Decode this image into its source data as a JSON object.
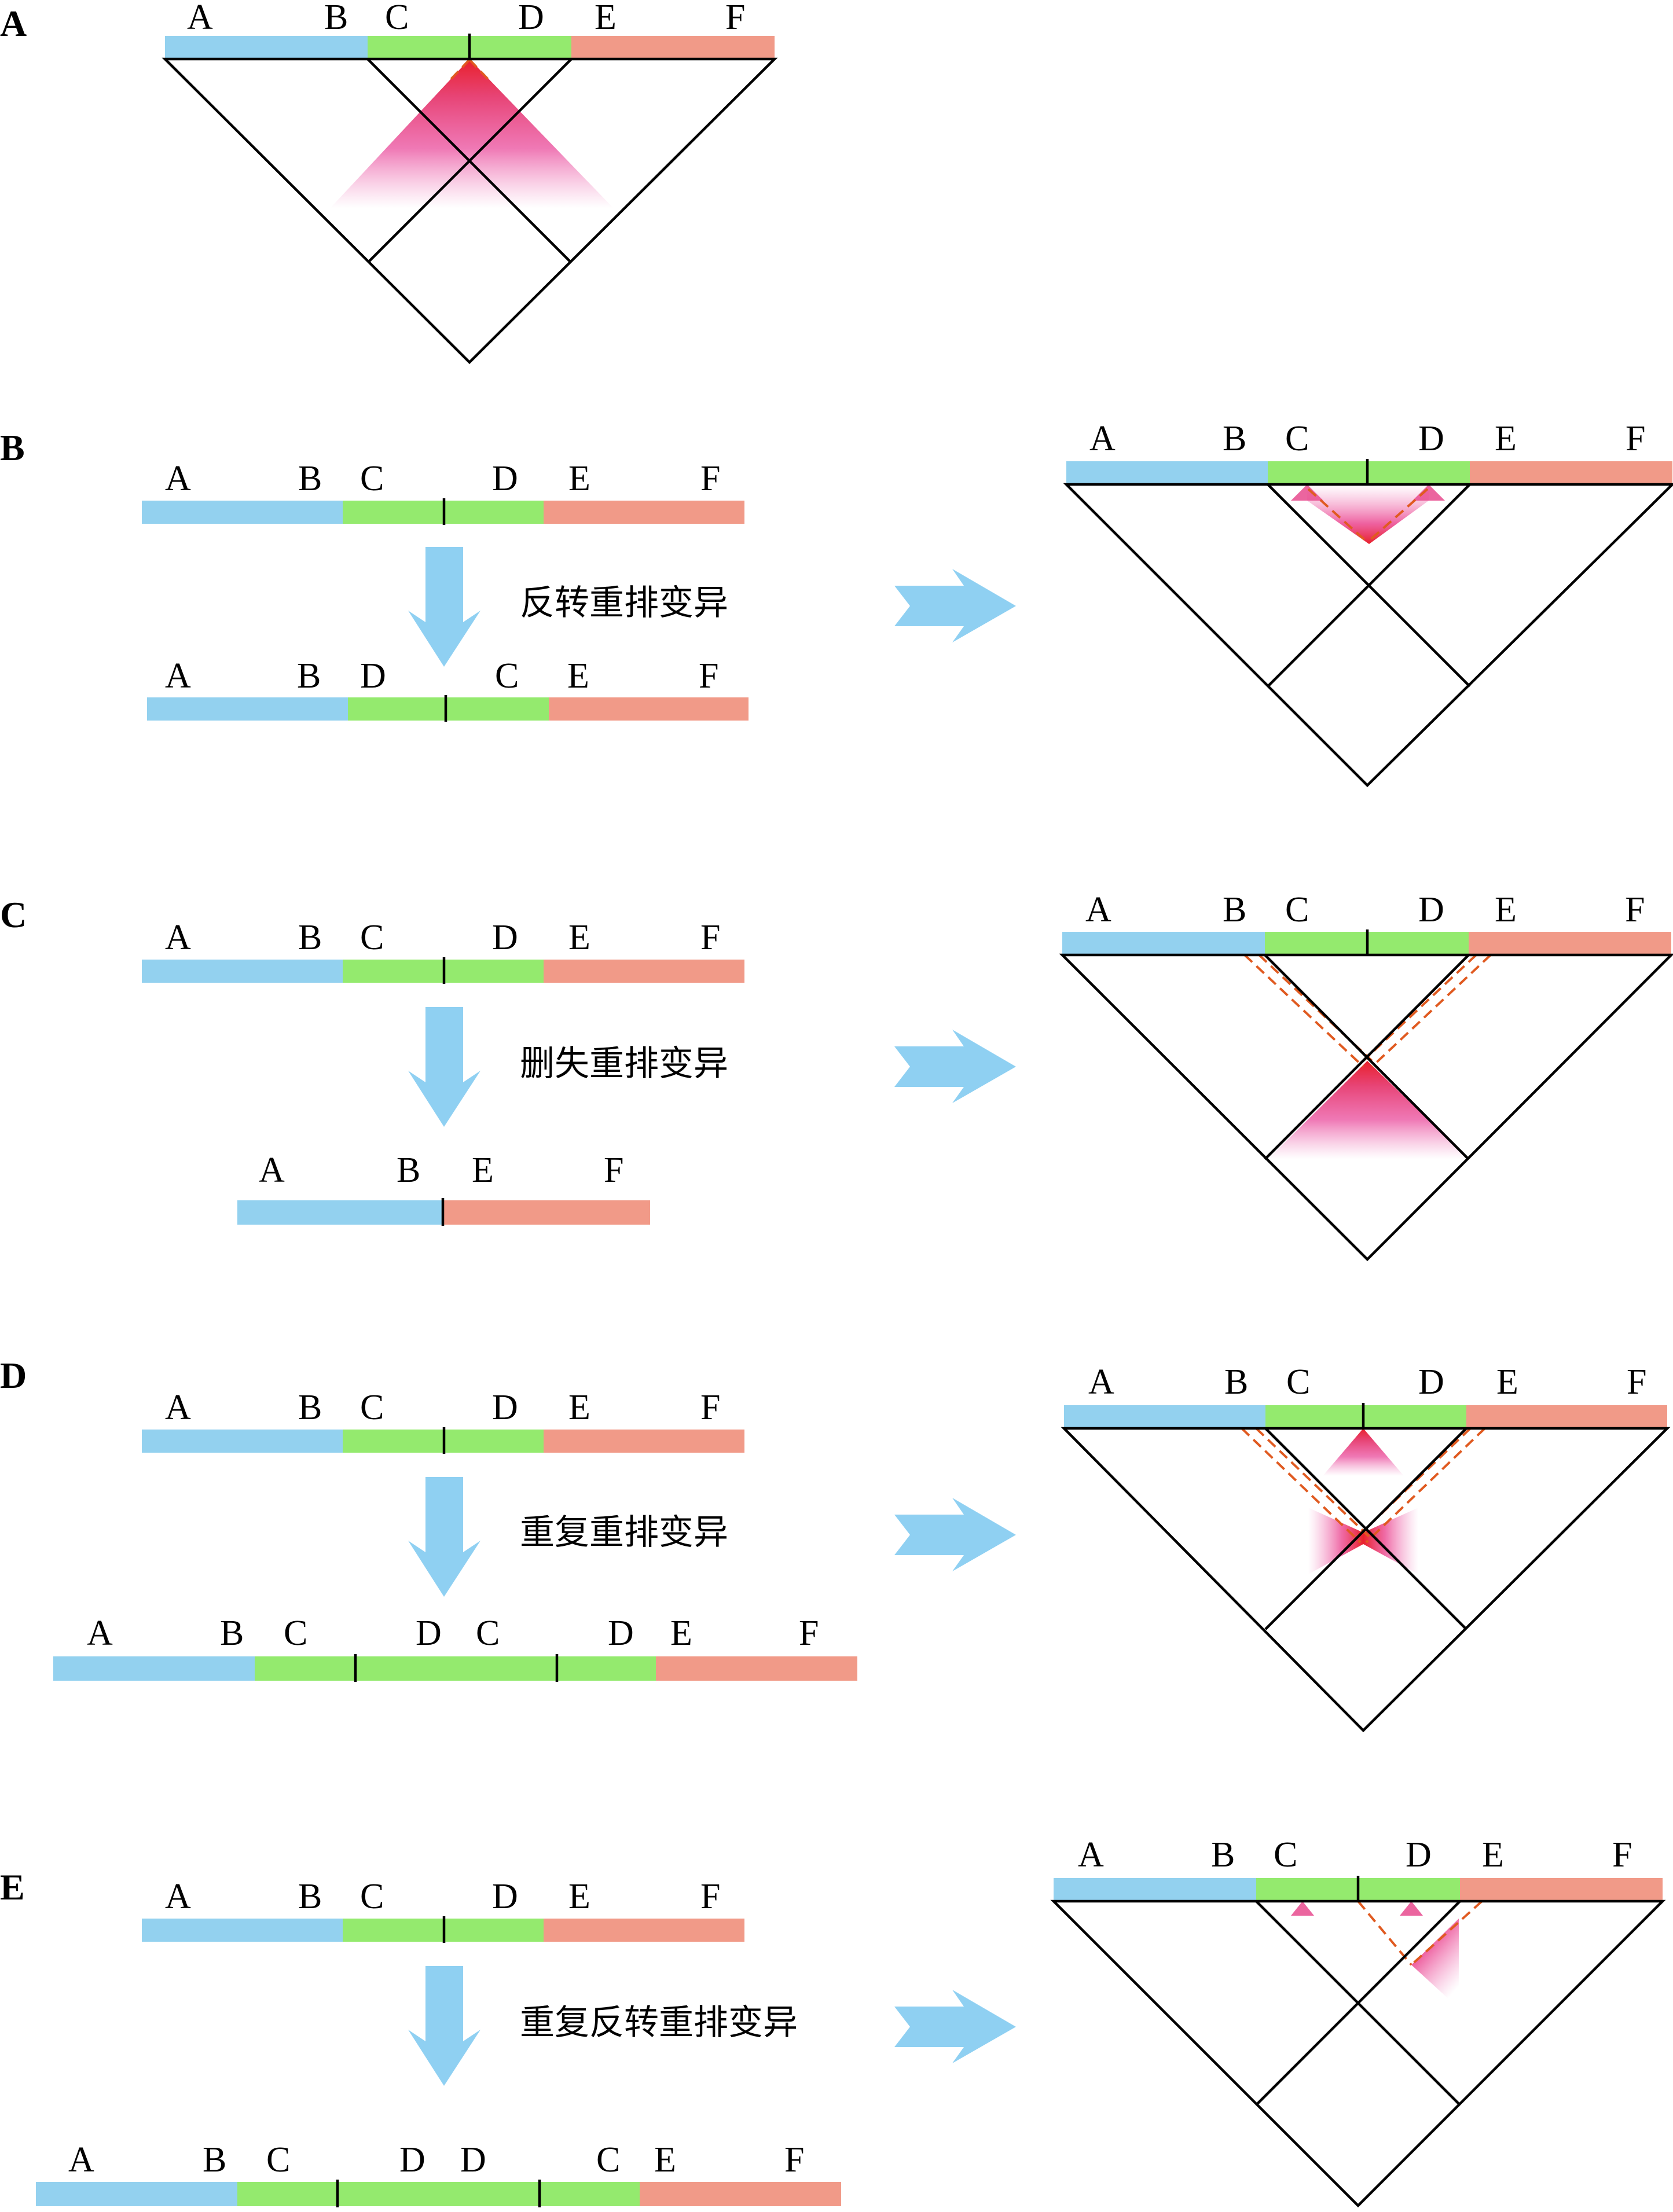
{
  "colors": {
    "blue": "#93d1ef",
    "green": "#94ea6e",
    "salmon": "#f19a88",
    "arrow": "#8fd0f2",
    "signal_hot": "#e8202a",
    "signal_pink": "#e8449a",
    "dashed": "#e05a20"
  },
  "panels": {
    "A": {
      "letter": "A",
      "hic_labels": [
        "A",
        "B",
        "C",
        "D",
        "E",
        "F"
      ]
    },
    "B": {
      "letter": "B",
      "original_labels": [
        "A",
        "B",
        "C",
        "D",
        "E",
        "F"
      ],
      "mutant_labels": [
        "A",
        "B",
        "D",
        "C",
        "E",
        "F"
      ],
      "type": "反转重排变异",
      "hic_labels": [
        "A",
        "B",
        "C",
        "D",
        "E",
        "F"
      ]
    },
    "C": {
      "letter": "C",
      "original_labels": [
        "A",
        "B",
        "C",
        "D",
        "E",
        "F"
      ],
      "mutant_labels": [
        "A",
        "B",
        "E",
        "F"
      ],
      "type": "删失重排变异",
      "hic_labels": [
        "A",
        "B",
        "C",
        "D",
        "E",
        "F"
      ]
    },
    "D": {
      "letter": "D",
      "original_labels": [
        "A",
        "B",
        "C",
        "D",
        "E",
        "F"
      ],
      "mutant_labels": [
        "A",
        "B",
        "C",
        "D",
        "C",
        "D",
        "E",
        "F"
      ],
      "type": "重复重排变异",
      "hic_labels": [
        "A",
        "B",
        "C",
        "D",
        "E",
        "F"
      ]
    },
    "E": {
      "letter": "E",
      "original_labels": [
        "A",
        "B",
        "C",
        "D",
        "E",
        "F"
      ],
      "mutant_labels": [
        "A",
        "B",
        "C",
        "D",
        "D",
        "C",
        "E",
        "F"
      ],
      "type": "重复反转重排变异",
      "hic_labels": [
        "A",
        "B",
        "C",
        "D",
        "E",
        "F"
      ]
    }
  }
}
